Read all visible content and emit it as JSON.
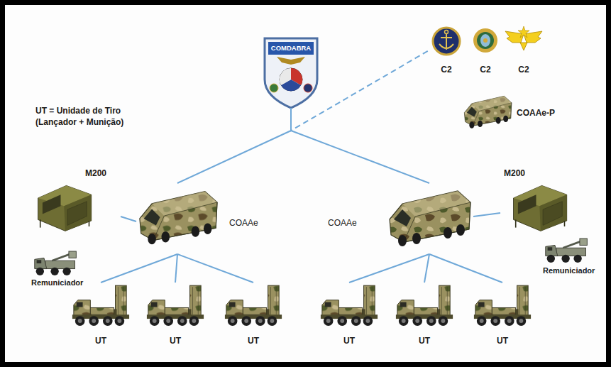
{
  "diagram": {
    "nodes": [
      {
        "text": [
          "COMDABRA"
        ]
      },
      {
        "text": [
          "C2"
        ]
      },
      {
        "text": [
          "C2"
        ]
      },
      {
        "text": [
          "C2"
        ]
      },
      {
        "text": [
          "COAAe-P"
        ]
      },
      {
        "text": [
          "M200"
        ]
      },
      {
        "text": [
          "COAAe"
        ]
      },
      {
        "text": [
          "Remuniciador"
        ]
      },
      {
        "text": [
          "UT"
        ]
      },
      {
        "text": [
          "UT"
        ]
      },
      {
        "text": [
          "UT"
        ]
      },
      {
        "text": [
          "COAAe"
        ]
      },
      {
        "text": [
          "M200"
        ]
      },
      {
        "text": [
          "Remuniciador"
        ]
      },
      {
        "text": [
          "UT"
        ]
      },
      {
        "text": [
          "UT"
        ]
      },
      {
        "text": [
          "UT"
        ]
      }
    ],
    "edges": [
      {
        "from": 0,
        "to": 6,
        "arrow": "none"
      },
      {
        "from": 0,
        "to": 11,
        "arrow": "none"
      },
      {
        "from": 0,
        "to": 1,
        "arrow": "none"
      },
      {
        "from": 5,
        "to": 6,
        "arrow": "none"
      },
      {
        "from": 6,
        "to": 8,
        "arrow": "none"
      },
      {
        "from": 6,
        "to": 9,
        "arrow": "none"
      },
      {
        "from": 6,
        "to": 10,
        "arrow": "none"
      },
      {
        "from": 11,
        "to": 12,
        "arrow": "none"
      },
      {
        "from": 11,
        "to": 14,
        "arrow": "none"
      },
      {
        "from": 11,
        "to": 15,
        "arrow": "none"
      },
      {
        "from": 11,
        "to": 16,
        "arrow": "none"
      }
    ],
    "labels": [
      "UT = Unidade de Tiro (Lançador + Munição)"
    ]
  }
}
